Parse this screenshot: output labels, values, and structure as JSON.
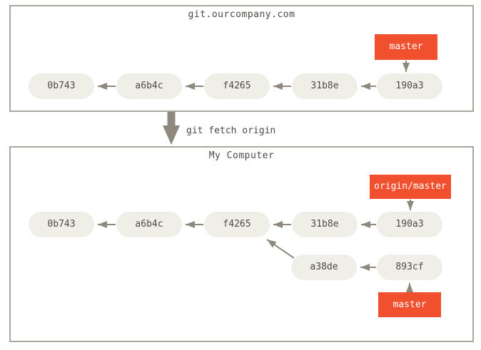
{
  "colors": {
    "accent_red": "#f1502f",
    "pill_bg": "#f0efe7",
    "arrow": "#8e897c",
    "frame_border": "#aba79e",
    "text_dark": "#4c4943"
  },
  "remote": {
    "title": "git.ourcompany.com",
    "branch_label": "master",
    "commits": [
      "0b743",
      "a6b4c",
      "f4265",
      "31b8e",
      "190a3"
    ]
  },
  "action": {
    "command": "git fetch origin"
  },
  "local": {
    "title": "My Computer",
    "remote_branch_label": "origin/master",
    "local_branch_label": "master",
    "commits": [
      "0b743",
      "a6b4c",
      "f4265",
      "31b8e",
      "190a3"
    ],
    "local_branch_commits": [
      "a38de",
      "893cf"
    ]
  }
}
